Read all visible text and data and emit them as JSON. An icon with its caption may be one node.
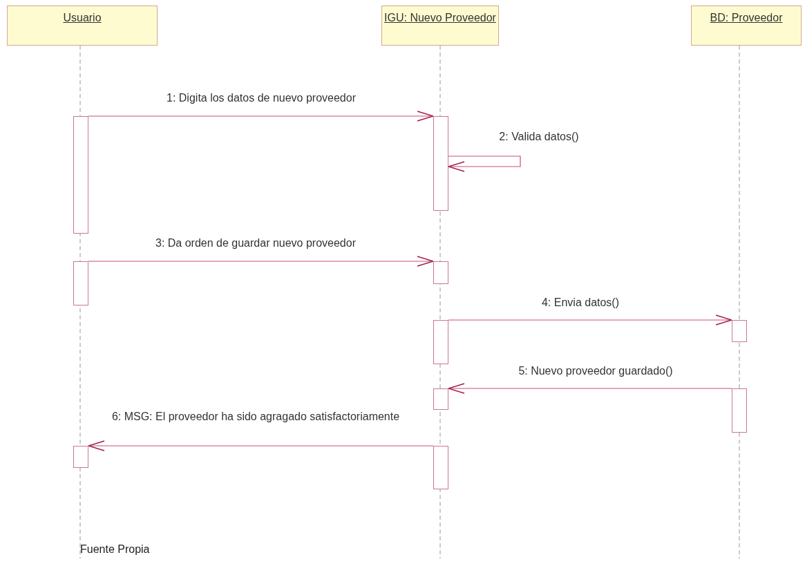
{
  "diagram": {
    "nodes": [
      {
        "text": [
          "Usuario"
        ]
      },
      {
        "text": [
          "IGU: Nuevo Proveedor"
        ]
      },
      {
        "text": [
          "BD: Proveedor"
        ]
      },
      {
        "text": [],
        "shape": "bar"
      },
      {
        "text": [],
        "shape": "bar"
      },
      {
        "text": [],
        "shape": "bar"
      },
      {
        "text": [],
        "shape": "bar"
      },
      {
        "text": [],
        "shape": "bar"
      },
      {
        "text": [],
        "shape": "bar"
      },
      {
        "text": [],
        "shape": "bar"
      },
      {
        "text": [],
        "shape": "bar"
      },
      {
        "text": [],
        "shape": "bar"
      },
      {
        "text": [],
        "shape": "bar"
      }
    ],
    "edges": [
      {
        "from": 3,
        "to": 6,
        "arrow": "to",
        "label": "1: Digita los datos de nuevo proveedor"
      },
      {
        "from": 6,
        "to": 6,
        "arrow": "to",
        "label": "2: Valida datos()"
      },
      {
        "from": 4,
        "to": 7,
        "arrow": "to",
        "label": "3: Da orden de guardar nuevo proveedor"
      },
      {
        "from": 8,
        "to": 11,
        "arrow": "to",
        "label": "4: Envia datos()"
      },
      {
        "from": 12,
        "to": 9,
        "arrow": "to",
        "label": "5: Nuevo proveedor guardado()"
      },
      {
        "from": 10,
        "to": 5,
        "arrow": "to",
        "label": "6: MSG: El proveedor ha sido agragado satisfactoriamente"
      }
    ],
    "labels": [
      "Fuente Propia"
    ]
  }
}
